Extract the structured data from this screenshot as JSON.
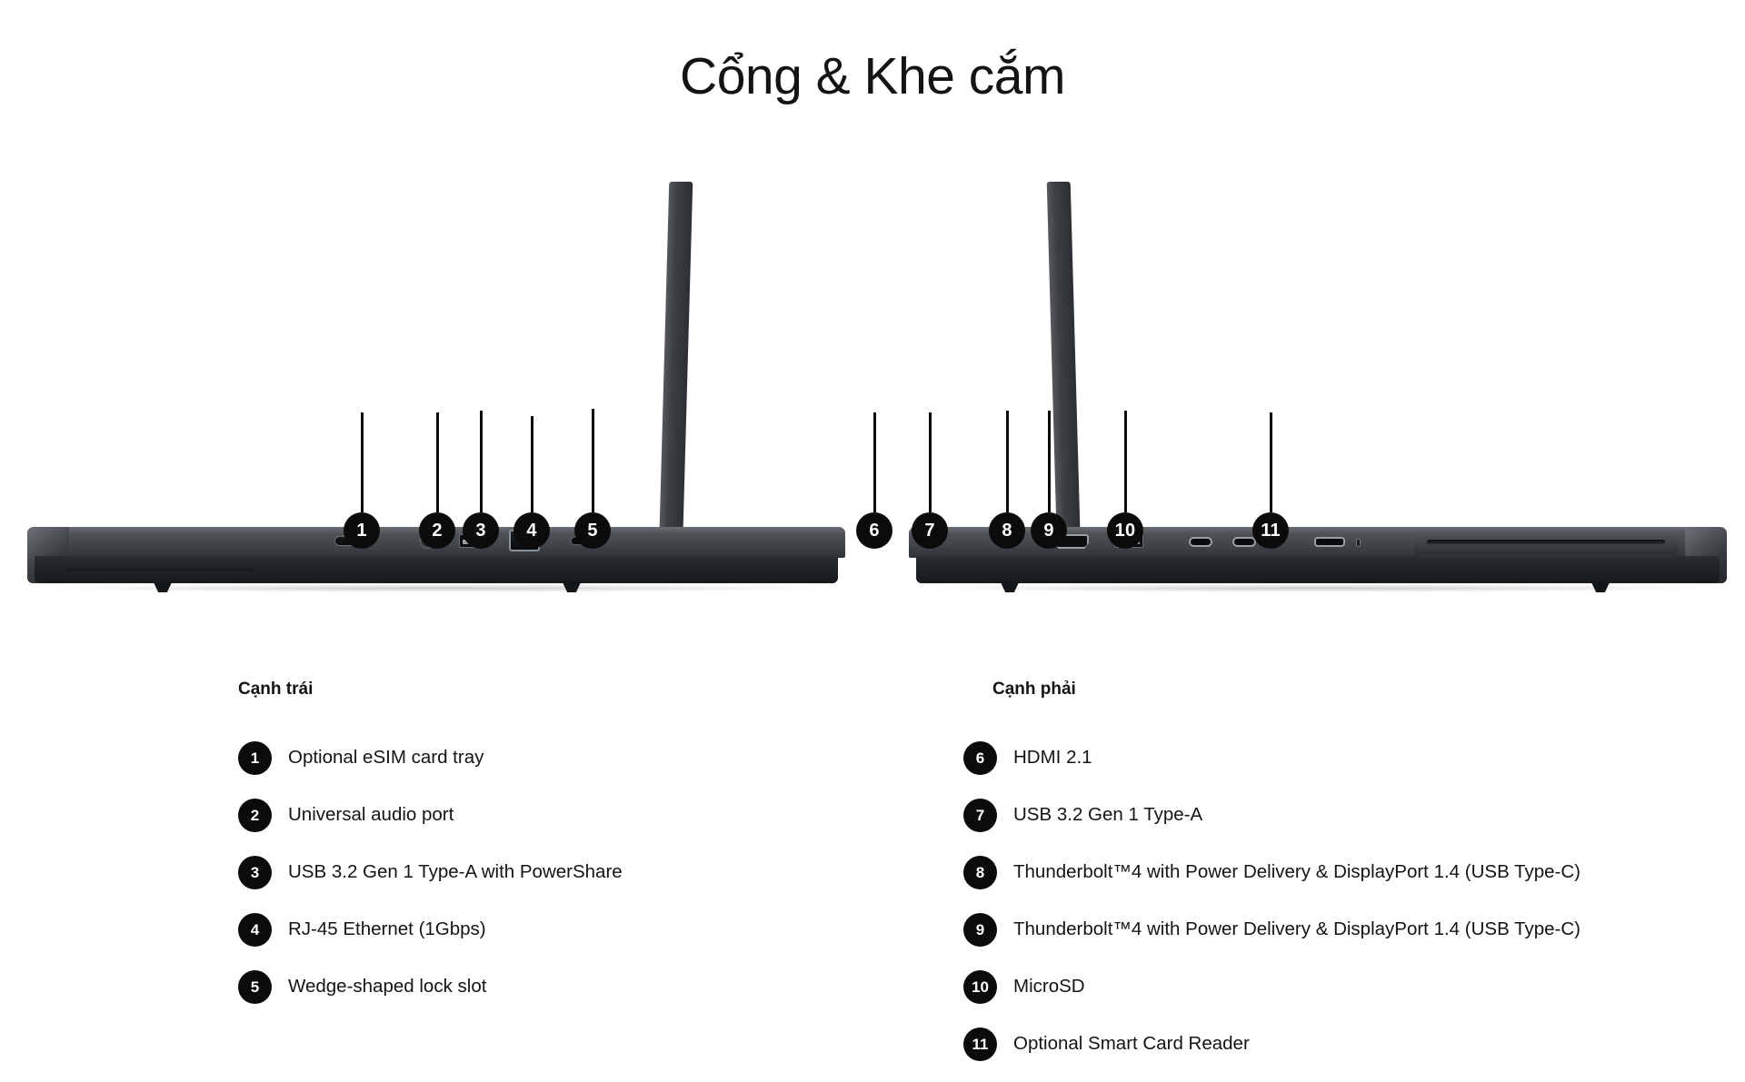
{
  "page": {
    "title": "Cổng & Khe cắm"
  },
  "left_side": {
    "heading": "Cạnh trái",
    "items": [
      {
        "num": "1",
        "label": "Optional eSIM card tray",
        "icon": "esim-tray-icon"
      },
      {
        "num": "2",
        "label": "Universal audio port",
        "icon": "audio-jack-icon"
      },
      {
        "num": "3",
        "label": "USB 3.2 Gen 1 Type-A with PowerShare",
        "icon": "usb-a-icon"
      },
      {
        "num": "4",
        "label": "RJ-45 Ethernet (1Gbps)",
        "icon": "rj45-ethernet-icon"
      },
      {
        "num": "5",
        "label": "Wedge-shaped lock slot",
        "icon": "lock-slot-icon"
      }
    ]
  },
  "right_side": {
    "heading": "Cạnh phải",
    "items": [
      {
        "num": "6",
        "label": "HDMI 2.1",
        "icon": "hdmi-icon"
      },
      {
        "num": "7",
        "label": "USB 3.2 Gen 1 Type-A",
        "icon": "usb-a-icon"
      },
      {
        "num": "8",
        "label": "Thunderbolt™4 with Power Delivery & DisplayPort 1.4 (USB Type-C)",
        "icon": "usb-c-icon"
      },
      {
        "num": "9",
        "label": "Thunderbolt™4 with Power Delivery & DisplayPort 1.4 (USB Type-C)",
        "icon": "usb-c-icon"
      },
      {
        "num": "10",
        "label": "MicroSD",
        "icon": "microsd-icon"
      },
      {
        "num": "11",
        "label": "Optional Smart Card Reader",
        "icon": "smart-card-reader-icon"
      }
    ]
  },
  "callouts": {
    "left": [
      "1",
      "2",
      "3",
      "4",
      "5"
    ],
    "right": [
      "6",
      "7",
      "8",
      "9",
      "10",
      "11"
    ]
  },
  "colors": {
    "background": "#ffffff",
    "text": "#141414",
    "bubble": "#0b0b0b",
    "bubble_text": "#ffffff",
    "device_body_light": "#6a6e73",
    "device_body_dark": "#17191c"
  }
}
